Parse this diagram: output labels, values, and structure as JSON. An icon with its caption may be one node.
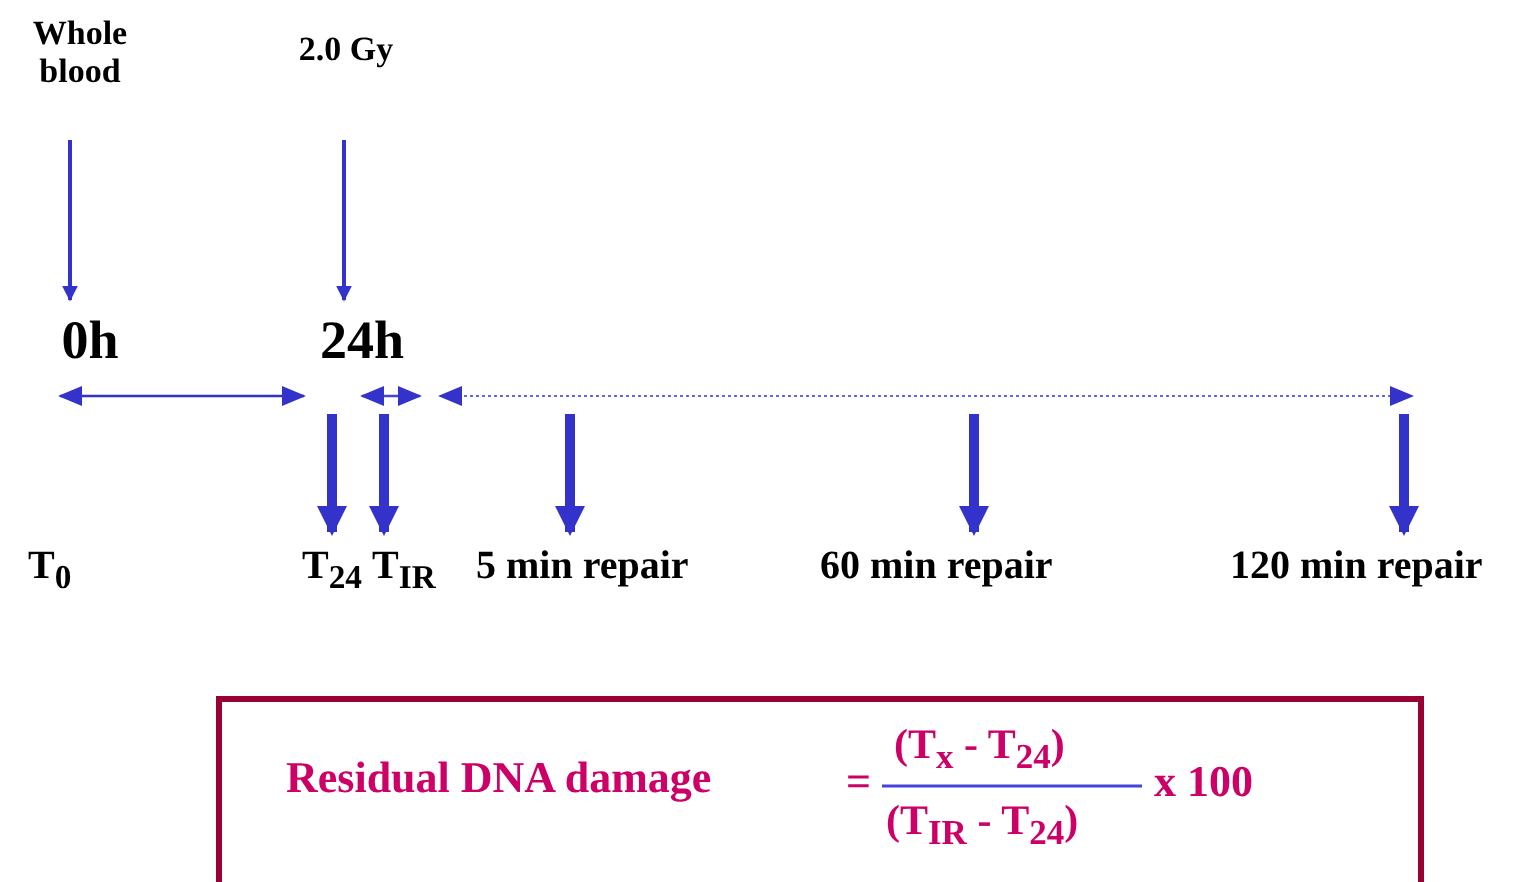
{
  "diagram": {
    "nodes": [
      {
        "text": [
          "Whole blood"
        ]
      },
      {
        "text": [
          "2.0 Gy"
        ]
      },
      {
        "text": [
          "0h"
        ]
      },
      {
        "text": [
          "24h"
        ]
      },
      {
        "text": [
          "T$_{24}$"
        ]
      },
      {
        "text": [
          "T$_{IR}$"
        ]
      },
      {
        "text": [
          "5 min repair"
        ]
      },
      {
        "text": [
          "60 min repair"
        ]
      },
      {
        "text": [
          "120 min repair"
        ]
      },
      {
        "text": [
          "Residual DNA damage",
          "=",
          "(T$_{x}$ - T$_{24}$)",
          "(T$_{IR}$ - T$_{24}$)",
          "x 100"
        ]
      }
    ],
    "edges": [
      {
        "from": 0,
        "to": 2,
        "arrow": "to"
      },
      {
        "from": 1,
        "to": 3,
        "arrow": "to"
      },
      {
        "from": null,
        "to": 4,
        "arrow": "to"
      },
      {
        "from": null,
        "to": 5,
        "arrow": "to"
      },
      {
        "from": null,
        "to": 6,
        "arrow": "to"
      },
      {
        "from": null,
        "to": 7,
        "arrow": "to"
      },
      {
        "from": null,
        "to": 8,
        "arrow": "to"
      },
      {
        "from": 2,
        "to": 3,
        "arrow": "both"
      }
    ],
    "labels": [
      "T$_{0}$"
    ]
  }
}
